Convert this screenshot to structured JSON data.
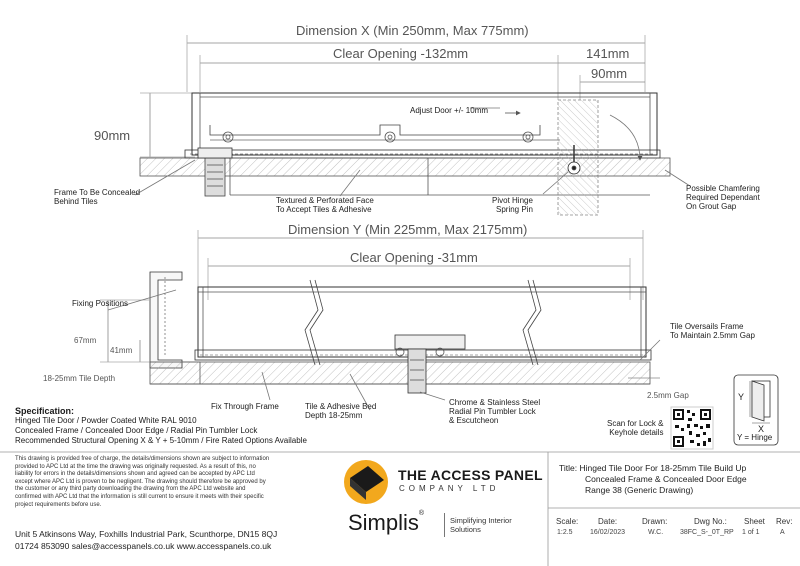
{
  "top_view": {
    "dimension_x": "Dimension X (Min 250mm, Max 775mm)",
    "clear_opening": "Clear Opening -132mm",
    "dim_141": "141mm",
    "dim_90_top": "90mm",
    "dim_90_side": "90mm",
    "adjust_door": "Adjust Door +/- 10mm",
    "frame_concealed": [
      "Frame To Be Concealed",
      "Behind Tiles"
    ],
    "textured_face": [
      "Textured & Perforated Face",
      "To Accept Tiles & Adhesive"
    ],
    "pivot_hinge": [
      "Pivot Hinge",
      "Spring Pin"
    ],
    "chamfering": [
      "Possible Chamfering",
      "Required Dependant",
      "On Grout Gap"
    ]
  },
  "side_view": {
    "dimension_y": "Dimension Y (Min 225mm, Max 2175mm)",
    "clear_opening": "Clear Opening -31mm",
    "fixing_positions": "Fixing Positions",
    "dim_67": "67mm",
    "dim_41": "41mm",
    "tile_depth": "18-25mm Tile Depth",
    "tile_oversails": [
      "Tile Oversails Frame",
      "To Maintain 2.5mm Gap"
    ],
    "gap": "2.5mm Gap",
    "fix_through": "Fix Through Frame",
    "adhesive_bed": [
      "Tile & Adhesive Bed",
      "Depth 18-25mm"
    ],
    "lock": [
      "Chrome & Stainless Steel",
      "Radial Pin Tumbler Lock",
      "& Escutcheon"
    ]
  },
  "specification": {
    "heading": "Specification:",
    "lines": [
      "Hinged Tile Door / Powder Coated White RAL 9010",
      "Concealed Frame / Concealed Door Edge / Radial Pin Tumbler Lock",
      "Recommended Structural Opening X & Y + 5-10mm / Fire Rated Options Available"
    ]
  },
  "qr": {
    "label": [
      "Scan for Lock &",
      "Keyhole details"
    ]
  },
  "hinge_key": {
    "y": "Y",
    "x": "X",
    "caption": "Y = Hinge"
  },
  "disclaimer": [
    "This drawing is provided free of charge, the details/dimensions shown are subject to information",
    "provided to APC Ltd at the time the drawing was originally requested. As a result of this, no",
    "liability for errors in the details/dimensions shown and agreed can be accepted by APC Ltd",
    "except where APC Ltd is proven to be negligent. The drawing should therefore be approved by",
    "the customer or any third party downloading the drawing from the APC Ltd website and",
    "confirmed with APC Ltd that the information is still current to ensure it meets with their specific",
    "project requirements before use."
  ],
  "address": "Unit 5 Atkinsons Way, Foxhills Industrial Park, Scunthorpe, DN15 8QJ",
  "contact": "01724 853090   sales@accesspanels.co.uk   www.accesspanels.co.uk",
  "brand": {
    "name": "THE ACCESS PANEL",
    "sub": "COMPANY LTD",
    "simplis": "Simplis",
    "reg": "®",
    "tagline": [
      "Simplifying Interior",
      "Solutions"
    ],
    "logo_color": "#f2a81d"
  },
  "title_block": {
    "title_lines": [
      "Title: Hinged Tile Door For 18-25mm Tile Build Up",
      "Concealed Frame & Concealed Door Edge",
      "Range 38 (Generic Drawing)"
    ],
    "fields": [
      {
        "label": "Scale:",
        "value": "1:2.5"
      },
      {
        "label": "Date:",
        "value": "16/02/2023"
      },
      {
        "label": "Drawn:",
        "value": "W.C."
      },
      {
        "label": "Dwg No.:",
        "value": "38FC_S-_0T_RP"
      },
      {
        "label": "Sheet",
        "value": "1 of 1"
      },
      {
        "label": "Rev:",
        "value": "A"
      }
    ]
  }
}
